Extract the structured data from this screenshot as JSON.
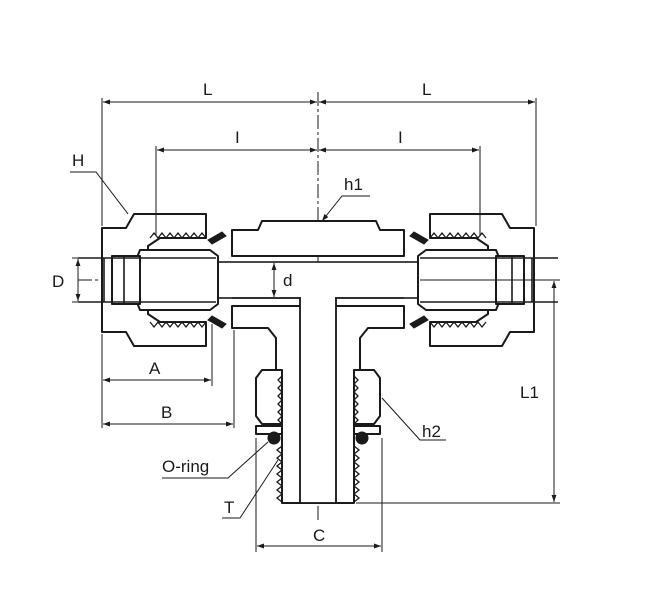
{
  "drawing": {
    "labels": {
      "L_left": "L",
      "L_right": "L",
      "I_left": "I",
      "I_right": "I",
      "H": "H",
      "h1": "h1",
      "D": "D",
      "d": "d",
      "A": "A",
      "B": "B",
      "L1": "L1",
      "h2": "h2",
      "oring": "O-ring",
      "T": "T",
      "C": "C"
    },
    "colors": {
      "line": "#1a1a1a",
      "background": "#ffffff"
    }
  }
}
